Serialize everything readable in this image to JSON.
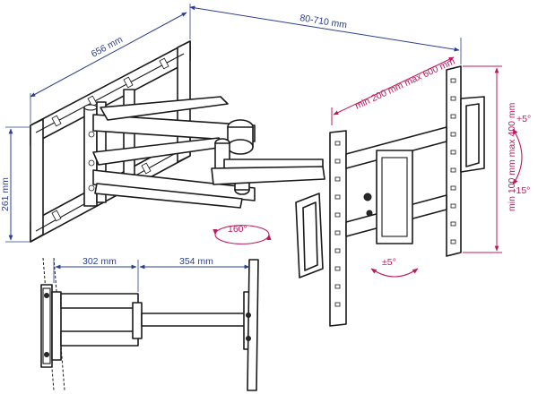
{
  "dimensions": {
    "wall_plate_width": "656 mm",
    "wall_plate_height": "261 mm",
    "extension_range": "80-710 mm",
    "arm_segment_1": "302 mm",
    "arm_segment_2": "354 mm",
    "vesa_horizontal": "min 200 mm max 600 mm",
    "vesa_vertical": "min 100 mm max 400 mm"
  },
  "angles": {
    "swivel": "160°",
    "rotation": "±5°",
    "tilt_up": "+5°",
    "tilt_down": "-15°"
  },
  "colors": {
    "dimension": "#2a3f8f",
    "adjustment": "#c0185f",
    "outline": "#1a1a1a"
  }
}
